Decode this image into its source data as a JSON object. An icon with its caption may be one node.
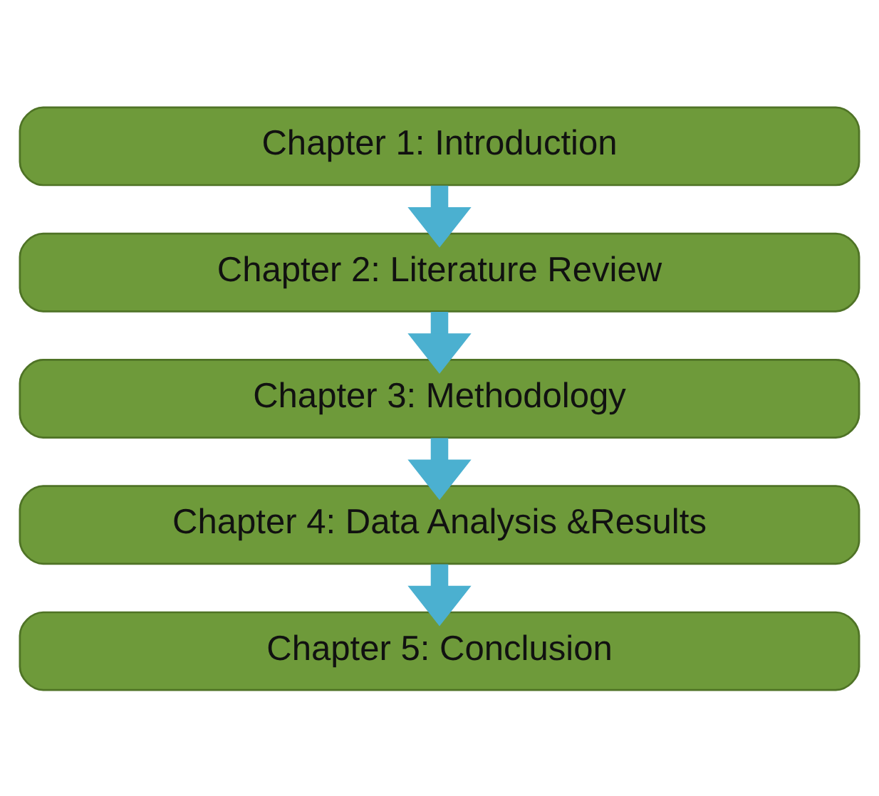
{
  "diagram": {
    "nodes": [
      {
        "text": [
          "Chapter 1: Introduction"
        ]
      },
      {
        "text": [
          "Chapter 2: Literature Review"
        ]
      },
      {
        "text": [
          "Chapter 3: Methodology"
        ]
      },
      {
        "text": [
          "Chapter 4: Data Analysis &Results"
        ]
      },
      {
        "text": [
          "Chapter 5: Conclusion"
        ]
      }
    ],
    "edges": [
      {
        "from": 0,
        "to": 1,
        "arrow": "to"
      },
      {
        "from": 1,
        "to": 2,
        "arrow": "to"
      },
      {
        "from": 2,
        "to": 3,
        "arrow": "to"
      },
      {
        "from": 3,
        "to": 4,
        "arrow": "to"
      }
    ]
  }
}
